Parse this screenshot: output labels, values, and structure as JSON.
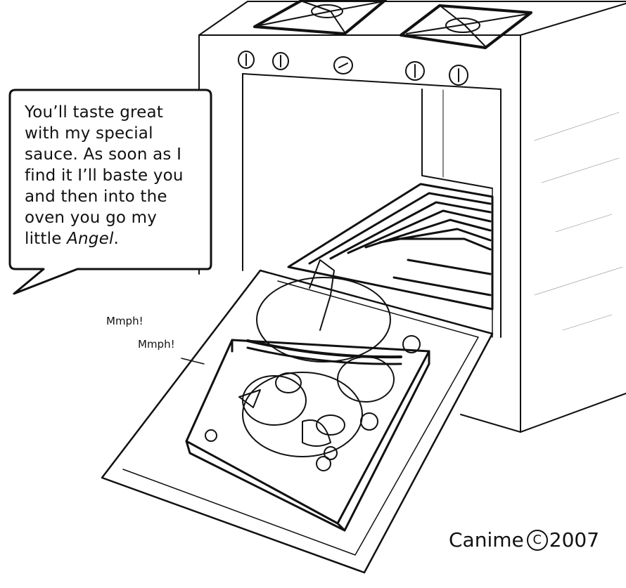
{
  "speech_bubble": {
    "lines": [
      "You’ll taste great",
      "with my special",
      "sauce. As soon as I",
      "find it I’ll baste you",
      "and then into the",
      "oven you go my"
    ],
    "last_line_prefix": "little ",
    "last_line_emphasis": "Angel",
    "last_line_suffix": "."
  },
  "sound_effects": [
    "Mmph!",
    "Mmph!"
  ],
  "signature": {
    "artist": "Canime",
    "copyright_symbol": "C",
    "year": "2007"
  },
  "colors": {
    "ink": "#111111",
    "paper": "#ffffff"
  }
}
